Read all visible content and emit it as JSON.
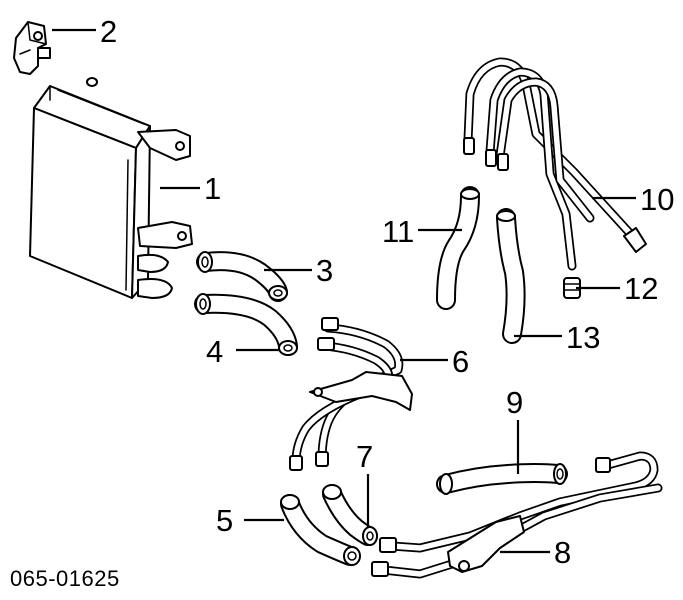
{
  "diagram": {
    "callouts": [
      {
        "id": "1",
        "label": "1"
      },
      {
        "id": "2",
        "label": "2"
      },
      {
        "id": "3",
        "label": "3"
      },
      {
        "id": "4",
        "label": "4"
      },
      {
        "id": "5",
        "label": "5"
      },
      {
        "id": "6",
        "label": "6"
      },
      {
        "id": "7",
        "label": "7"
      },
      {
        "id": "8",
        "label": "8"
      },
      {
        "id": "9",
        "label": "9"
      },
      {
        "id": "10",
        "label": "10"
      },
      {
        "id": "11",
        "label": "11"
      },
      {
        "id": "12",
        "label": "12"
      },
      {
        "id": "13",
        "label": "13"
      }
    ],
    "diagram_code": "065-01625"
  }
}
